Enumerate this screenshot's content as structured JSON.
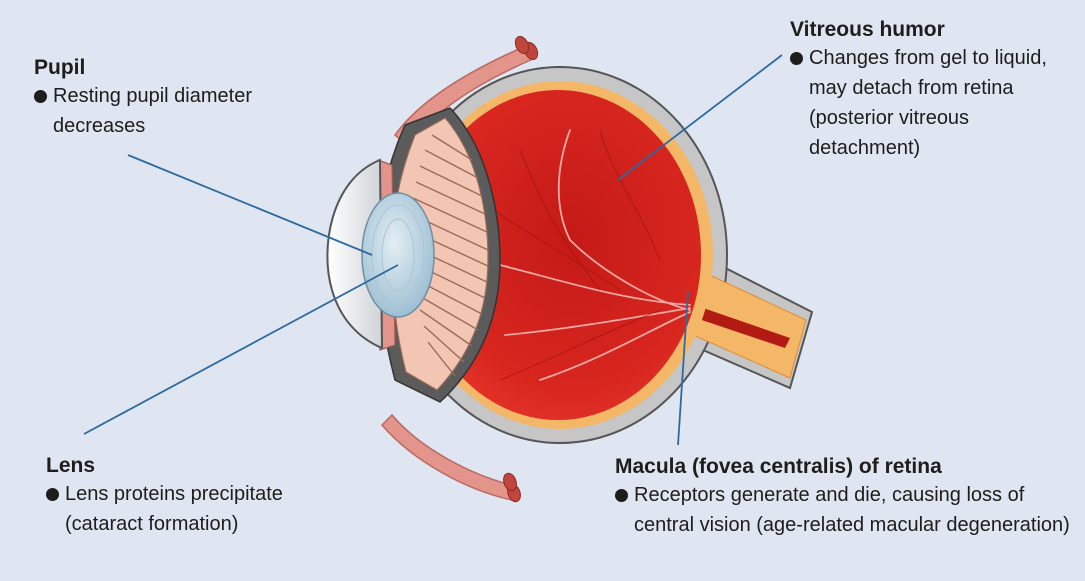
{
  "labels": {
    "pupil": {
      "title": "Pupil",
      "text": "Resting pupil diameter decreases"
    },
    "vitreous": {
      "title": "Vitreous humor",
      "text": "Changes from gel to liquid, may detach from retina (posterior vitreous detachment)"
    },
    "lens": {
      "title": "Lens",
      "text": "Lens proteins precipitate (cataract formation)"
    },
    "macula": {
      "title": "Macula (fovea centralis) of retina",
      "text": "Receptors generate and die, causing loss of central vision (age-related macular degeneration)"
    }
  },
  "colors": {
    "background": "#dfe6f1",
    "sclera": "#c6c6c6",
    "choroid": "#f4b768",
    "retina": "#d8261f",
    "ciliary": "#f2c6b3",
    "lens": "#b9d4e2",
    "muscle": "#e3948b",
    "leader_line": "#2c6aa0"
  }
}
